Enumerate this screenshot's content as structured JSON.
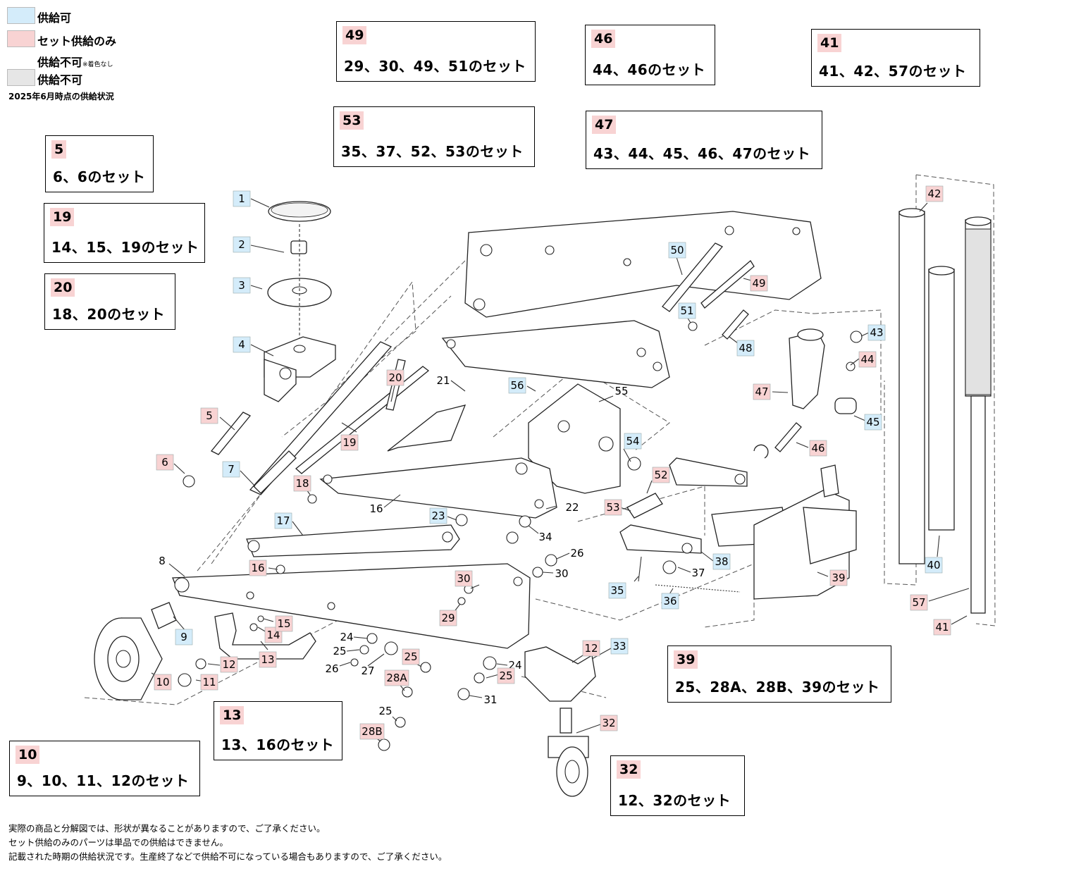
{
  "legend": {
    "items": [
      {
        "label": "供給可",
        "color": "#d4ecfa"
      },
      {
        "label": "セット供給のみ",
        "color": "#f8d3d3"
      },
      {
        "label": "供給不可",
        "note": "※着色なし"
      },
      {
        "label": "供給不可",
        "color": "#e6e6e6"
      }
    ],
    "date": "2025年6月時点の供給状況"
  },
  "set_boxes": [
    {
      "num": "49",
      "desc": "29、30、49、51のセット"
    },
    {
      "num": "46",
      "desc": "44、46のセット"
    },
    {
      "num": "41",
      "desc": "41、42、57のセット"
    },
    {
      "num": "53",
      "desc": "35、37、52、53のセット"
    },
    {
      "num": "47",
      "desc": "43、44、45、46、47のセット"
    },
    {
      "num": "5",
      "desc": "6、6のセット"
    },
    {
      "num": "19",
      "desc": "14、15、19のセット"
    },
    {
      "num": "20",
      "desc": "18、20のセット"
    },
    {
      "num": "39",
      "desc": "25、28A、28B、39のセット"
    },
    {
      "num": "13",
      "desc": "13、16のセット"
    },
    {
      "num": "10",
      "desc": "9、10、11、12のセット"
    },
    {
      "num": "32",
      "desc": "12、32のセット"
    }
  ],
  "part_labels": [
    {
      "text": "1",
      "status": "available"
    },
    {
      "text": "2",
      "status": "available"
    },
    {
      "text": "3",
      "status": "available"
    },
    {
      "text": "4",
      "status": "available"
    },
    {
      "text": "5",
      "status": "set"
    },
    {
      "text": "6",
      "status": "set"
    },
    {
      "text": "7",
      "status": "available"
    },
    {
      "text": "8",
      "status": "none"
    },
    {
      "text": "9",
      "status": "available"
    },
    {
      "text": "10",
      "status": "set"
    },
    {
      "text": "11",
      "status": "set"
    },
    {
      "text": "12",
      "status": "set"
    },
    {
      "text": "13",
      "status": "set"
    },
    {
      "text": "14",
      "status": "set"
    },
    {
      "text": "15",
      "status": "set"
    },
    {
      "text": "16",
      "status": "set"
    },
    {
      "text": "16",
      "status": "none"
    },
    {
      "text": "17",
      "status": "available"
    },
    {
      "text": "18",
      "status": "set"
    },
    {
      "text": "19",
      "status": "set"
    },
    {
      "text": "20",
      "status": "set"
    },
    {
      "text": "21",
      "status": "none"
    },
    {
      "text": "22",
      "status": "none"
    },
    {
      "text": "23",
      "status": "available"
    },
    {
      "text": "24",
      "status": "none"
    },
    {
      "text": "24",
      "status": "none"
    },
    {
      "text": "25",
      "status": "none"
    },
    {
      "text": "25",
      "status": "set"
    },
    {
      "text": "25",
      "status": "set"
    },
    {
      "text": "25",
      "status": "none"
    },
    {
      "text": "26",
      "status": "none"
    },
    {
      "text": "26",
      "status": "none"
    },
    {
      "text": "27",
      "status": "none"
    },
    {
      "text": "28A",
      "status": "set"
    },
    {
      "text": "28B",
      "status": "set"
    },
    {
      "text": "29",
      "status": "set"
    },
    {
      "text": "30",
      "status": "set"
    },
    {
      "text": "30",
      "status": "none"
    },
    {
      "text": "31",
      "status": "none"
    },
    {
      "text": "32",
      "status": "set"
    },
    {
      "text": "33",
      "status": "available"
    },
    {
      "text": "12",
      "status": "set"
    },
    {
      "text": "34",
      "status": "none"
    },
    {
      "text": "35",
      "status": "available"
    },
    {
      "text": "36",
      "status": "available"
    },
    {
      "text": "37",
      "status": "none"
    },
    {
      "text": "38",
      "status": "available"
    },
    {
      "text": "39",
      "status": "set"
    },
    {
      "text": "40",
      "status": "available"
    },
    {
      "text": "41",
      "status": "set"
    },
    {
      "text": "42",
      "status": "set"
    },
    {
      "text": "43",
      "status": "available"
    },
    {
      "text": "44",
      "status": "set"
    },
    {
      "text": "45",
      "status": "available"
    },
    {
      "text": "46",
      "status": "set"
    },
    {
      "text": "47",
      "status": "set"
    },
    {
      "text": "48",
      "status": "available"
    },
    {
      "text": "49",
      "status": "set"
    },
    {
      "text": "50",
      "status": "available"
    },
    {
      "text": "51",
      "status": "available"
    },
    {
      "text": "52",
      "status": "set"
    },
    {
      "text": "53",
      "status": "set"
    },
    {
      "text": "54",
      "status": "available"
    },
    {
      "text": "55",
      "status": "none"
    },
    {
      "text": "56",
      "status": "available"
    },
    {
      "text": "57",
      "status": "set"
    }
  ],
  "status_colors": {
    "available": "#d4ecfa",
    "set": "#f8d3d3",
    "none": "#ffffff"
  },
  "footnotes": [
    "実際の商品と分解図では、形状が異なることがありますので、ご了承ください。",
    "セット供給のみのパーツは単品での供給はできません。",
    "記載された時期の供給状況です。生産終了などで供給不可になっている場合もありますので、ご了承ください。"
  ]
}
